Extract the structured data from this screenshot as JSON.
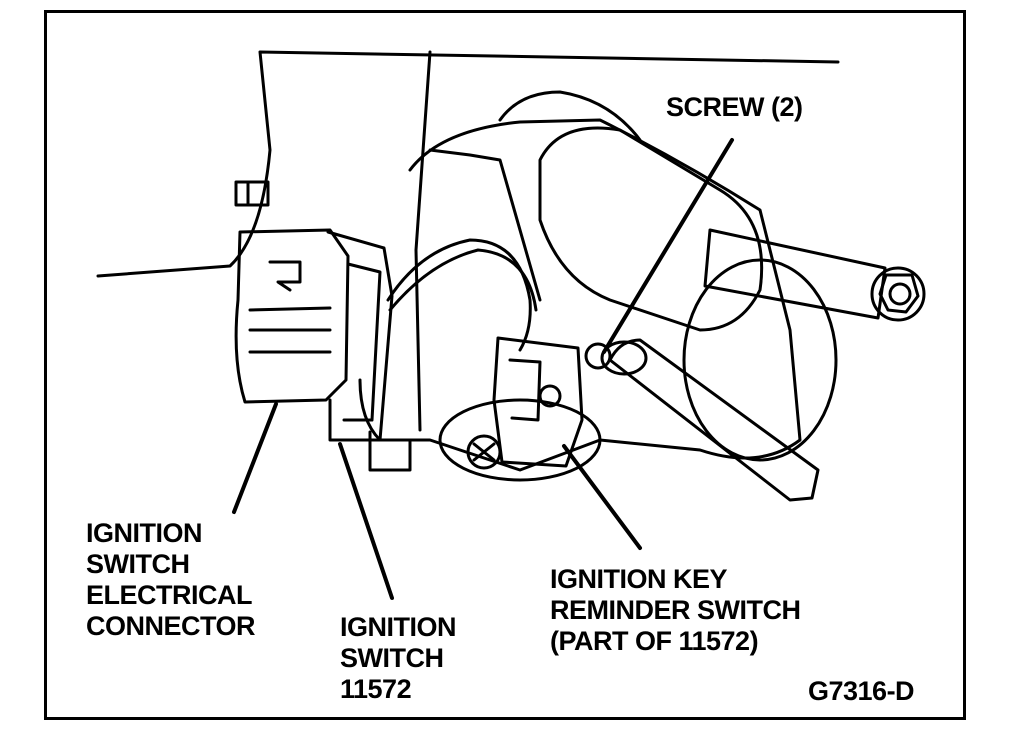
{
  "labels": {
    "screw": "SCREW (2)",
    "ignition_connector": [
      "IGNITION",
      "SWITCH",
      "ELECTRICAL",
      "CONNECTOR"
    ],
    "ignition_switch": [
      "IGNITION",
      "SWITCH",
      "11572"
    ],
    "reminder_switch": [
      "IGNITION KEY",
      "REMINDER SWITCH",
      "(PART OF 11572)"
    ],
    "figure_code": "G7316-D"
  },
  "colors": {
    "ink": "#000000",
    "paper": "#ffffff"
  }
}
